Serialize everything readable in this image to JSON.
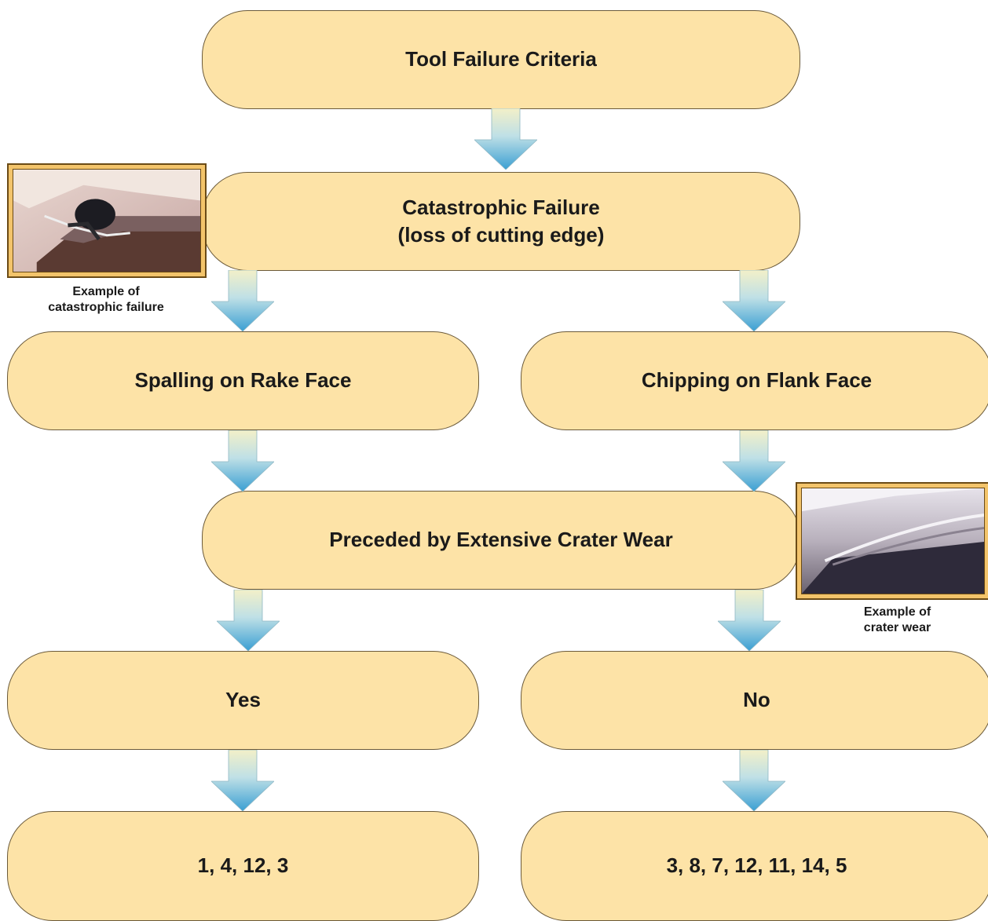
{
  "nodes": {
    "root": "Tool Failure Criteria",
    "catastrophic": "Catastrophic Failure\n(loss of cutting edge)",
    "spalling": "Spalling on Rake Face",
    "chipping": "Chipping on Flank Face",
    "crater": "Preceded by Extensive Crater Wear",
    "yes": "Yes",
    "no": "No",
    "yes_result": "1, 4, 12, 3",
    "no_result": "3, 8, 7, 12, 11, 14, 5"
  },
  "captions": {
    "catastrophic_example": "Example of\ncatastrophic failure",
    "crater_example": "Example of\ncrater wear"
  },
  "colors": {
    "box_fill": "#fde3a7",
    "box_border": "#6b5a3a",
    "arrow_top": "#f3f0c8",
    "arrow_bottom": "#3a9fd3",
    "photo_frame": "#f3c46b"
  }
}
